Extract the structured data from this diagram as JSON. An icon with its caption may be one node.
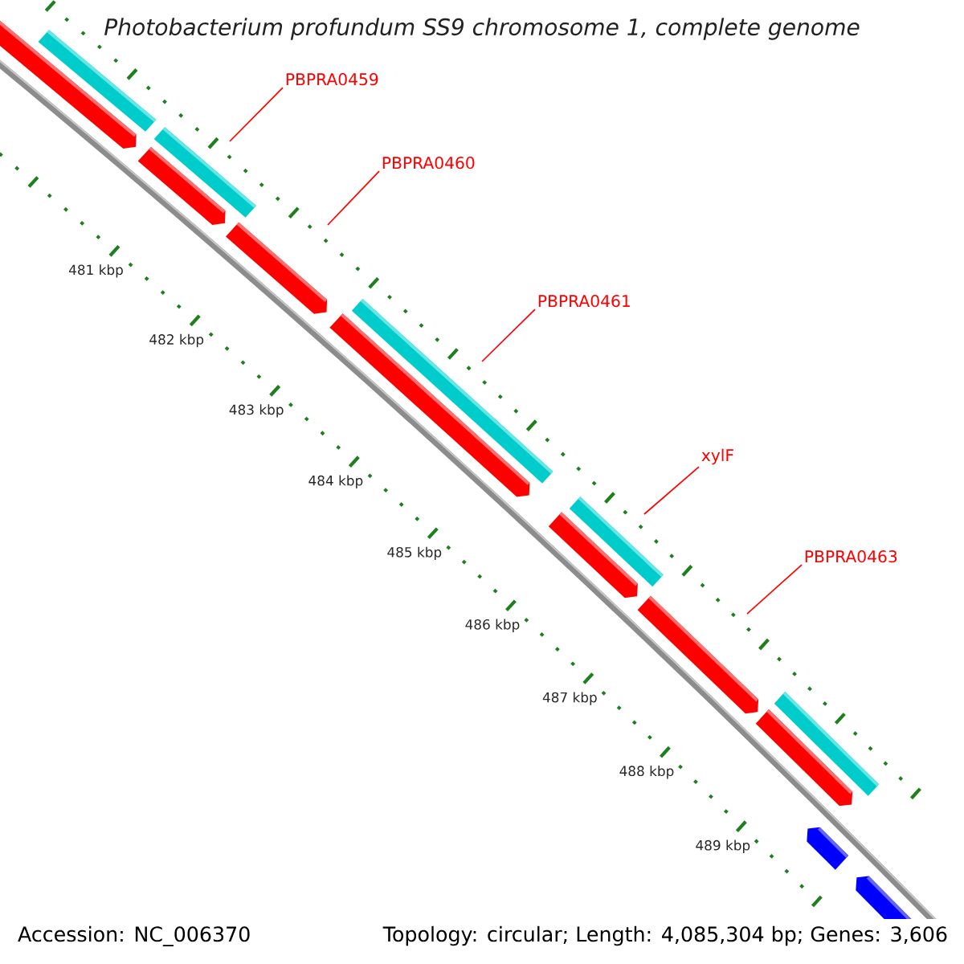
{
  "diagram": {
    "title": "Photobacterium profundum SS9 chromosome 1, complete genome",
    "nodes": [
      {
        "text": [
          "PBPRA0459"
        ]
      },
      {
        "text": [
          "PBPRA0460"
        ]
      },
      {
        "text": [
          "PBPRA0461"
        ]
      },
      {
        "text": [
          "xylF"
        ]
      },
      {
        "text": [
          "PBPRA0463"
        ]
      }
    ],
    "edges": [
      {
        "from": 0,
        "to": null,
        "arrow": "none"
      },
      {
        "from": 1,
        "to": null,
        "arrow": "none"
      },
      {
        "from": 2,
        "to": null,
        "arrow": "none"
      },
      {
        "from": 3,
        "to": null,
        "arrow": "none"
      },
      {
        "from": 4,
        "to": null,
        "arrow": "none"
      }
    ],
    "labels": [
      "481 kbp",
      "482 kbp",
      "483 kbp",
      "484 kbp",
      "485 kbp",
      "486 kbp",
      "487 kbp",
      "488 kbp",
      "489 kbp",
      "Accession: NC_006370",
      "Topology: circular; Length: 4,085,304 bp; Genes: 3,606"
    ]
  }
}
